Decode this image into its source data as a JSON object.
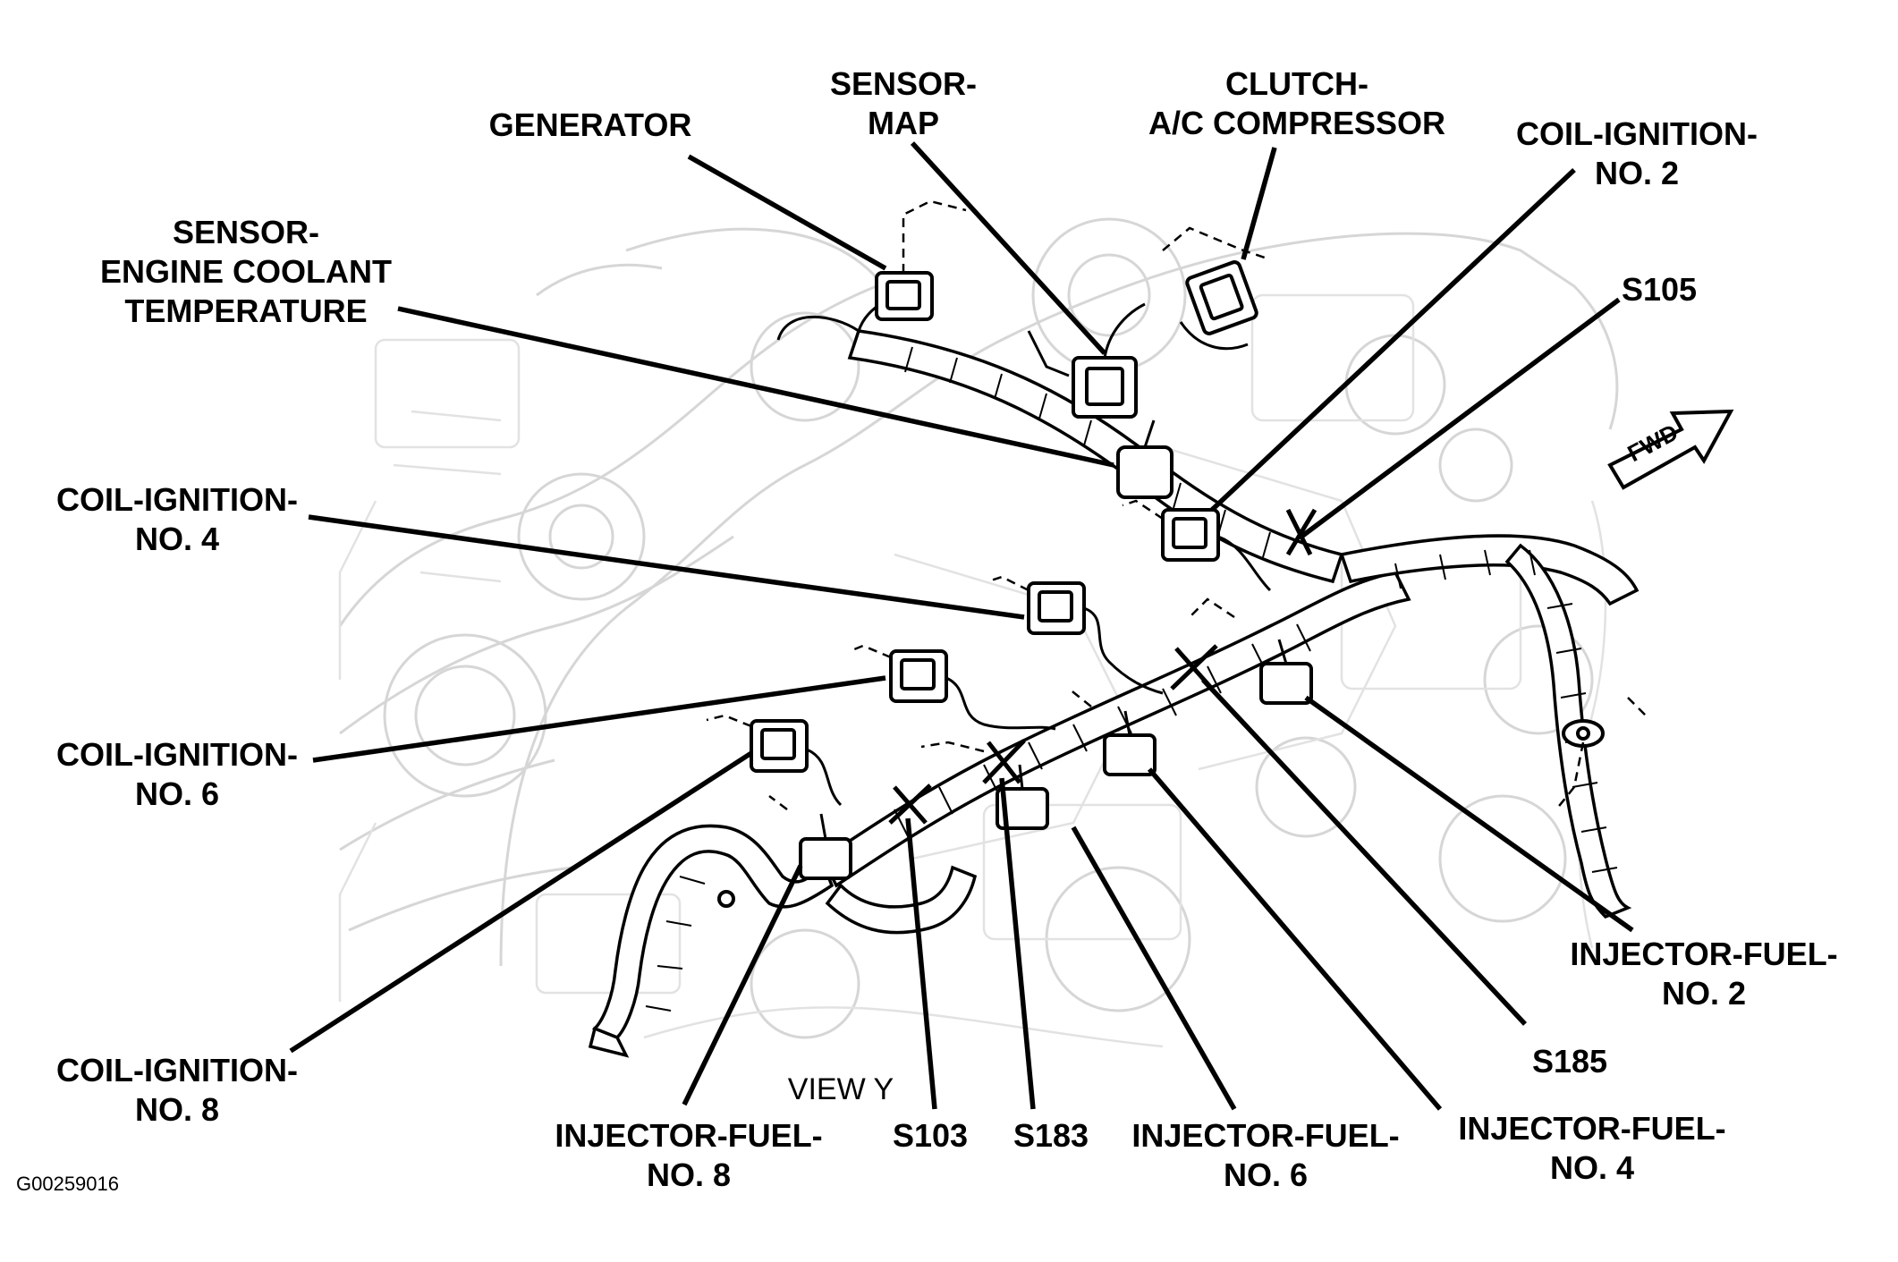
{
  "diagram": {
    "labels": {
      "generator": [
        "GENERATOR"
      ],
      "sensor_map": [
        "SENSOR-",
        "MAP"
      ],
      "clutch_ac": [
        "CLUTCH-",
        "A/C COMPRESSOR"
      ],
      "coil_2": [
        "COIL-IGNITION-",
        "NO. 2"
      ],
      "sensor_ect": [
        "SENSOR-",
        "ENGINE COOLANT",
        "TEMPERATURE"
      ],
      "s105": [
        "S105"
      ],
      "coil_4": [
        "COIL-IGNITION-",
        "NO. 4"
      ],
      "coil_6": [
        "COIL-IGNITION-",
        "NO. 6"
      ],
      "coil_8": [
        "COIL-IGNITION-",
        "NO. 8"
      ],
      "injector_2": [
        "INJECTOR-FUEL-",
        "NO. 2"
      ],
      "s185": [
        "S185"
      ],
      "injector_8": [
        "INJECTOR-FUEL-",
        "NO. 8"
      ],
      "s103": [
        "S103"
      ],
      "s183": [
        "S183"
      ],
      "injector_6": [
        "INJECTOR-FUEL-",
        "NO. 6"
      ],
      "injector_4": [
        "INJECTOR-FUEL-",
        "NO. 4"
      ]
    },
    "view_label": "VIEW Y",
    "figure_id": "G00259016",
    "fwd_label": "FWD"
  }
}
